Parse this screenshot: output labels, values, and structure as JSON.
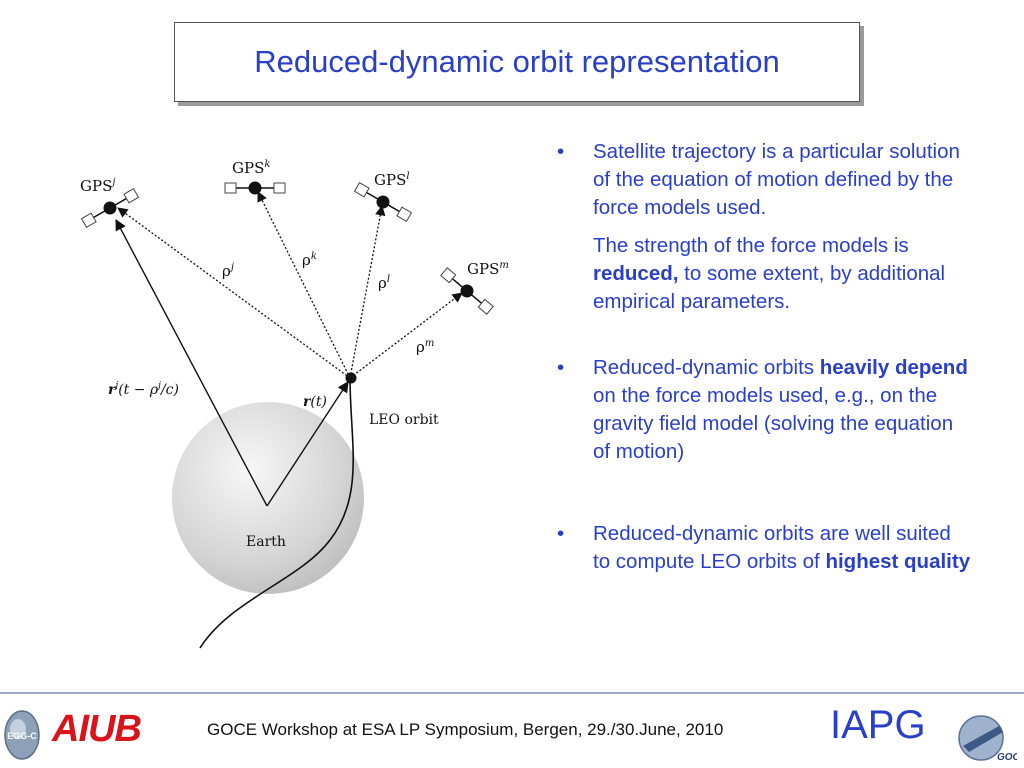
{
  "slide": {
    "title": "Reduced-dynamic orbit representation",
    "footer": "GOCE Workshop at ESA LP Symposium, Bergen, 29./30.June, 2010",
    "logos": {
      "aiub": "AIUB",
      "iapg": "IAPG",
      "egg": "EGG-C",
      "goce": "GOCE"
    },
    "colors": {
      "title": "#2a3fc9",
      "bullet_text": "#2a3fc9",
      "aiub": "#d8131a"
    }
  },
  "diagram": {
    "gps_j": "GPS",
    "gps_j_sup": "j",
    "gps_k": "GPS",
    "gps_k_sup": "k",
    "gps_l": "GPS",
    "gps_l_sup": "l",
    "gps_m": "GPS",
    "gps_m_sup": "m",
    "rho": "ρ",
    "rho_j_sup": "j",
    "rho_k_sup": "k",
    "rho_l_sup": "l",
    "rho_m_sup": "m",
    "rj_r": "r",
    "rj_sup": "j",
    "rj_args_1": "(t − ρ",
    "rj_args_sup": "j",
    "rj_args_2": "/c)",
    "rt_r": "r",
    "rt_args": "(t)",
    "leo_label": "LEO orbit",
    "earth_label": "Earth"
  },
  "bullets": {
    "b1_p1": "Satellite trajectory is a particular solution of the equation of motion defined by the force models used.",
    "b1_p2_pre": "The strength of the force models is ",
    "b1_p2_bold": "reduced,",
    "b1_p2_post": " to some extent, by additional empirical parameters.",
    "b2_pre": "Reduced-dynamic orbits ",
    "b2_bold": "heavily depend",
    "b2_post": " on the force models used, e.g., on the gravity field model (solving the equation of motion)",
    "b3_pre": "Reduced-dynamic orbits are well suited to compute LEO orbits of ",
    "b3_bold": "highest quality",
    "marker": "•"
  }
}
